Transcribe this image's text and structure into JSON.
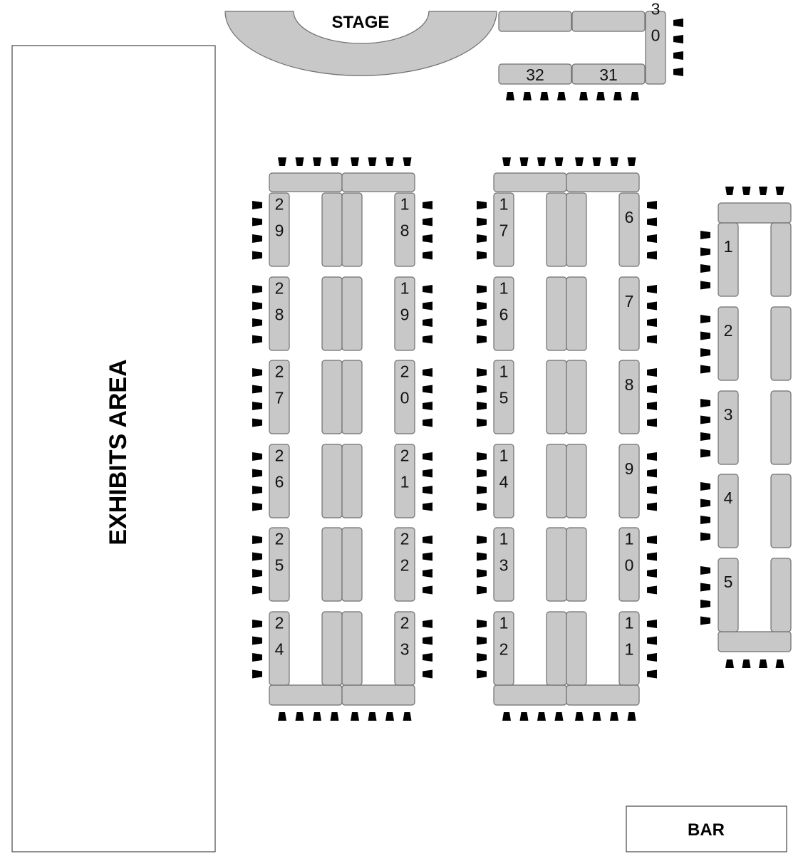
{
  "stage": {
    "label": "STAGE"
  },
  "exhibits": {
    "label": "EXHIBITS AREA"
  },
  "bar": {
    "label": "BAR"
  },
  "tables": [
    "1",
    "2",
    "3",
    "4",
    "5",
    "6",
    "7",
    "8",
    "9",
    "10",
    "11",
    "12",
    "13",
    "14",
    "15",
    "16",
    "17",
    "18",
    "19",
    "20",
    "21",
    "22",
    "23",
    "24",
    "25",
    "26",
    "27",
    "28",
    "29",
    "30",
    "31",
    "32"
  ],
  "colors": {
    "table_fill": "#c8c8c8",
    "table_stroke": "#6f6f6f",
    "seat": "#000000"
  }
}
